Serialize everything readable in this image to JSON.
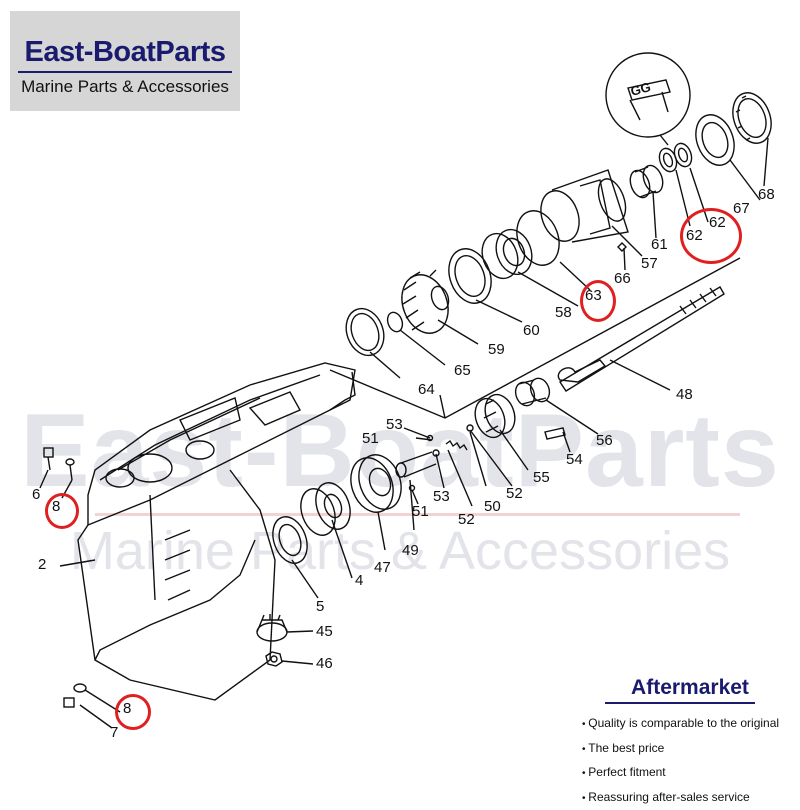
{
  "logo": {
    "brand": "East-BoatParts",
    "tagline": "Marine Parts & Accessories"
  },
  "watermark": {
    "line1": "East-BoatParts",
    "line2": "Marine Parts & Accessories"
  },
  "diagram": {
    "callouts": [
      "2",
      "4",
      "5",
      "6",
      "7",
      "8",
      "8",
      "45",
      "46",
      "47",
      "48",
      "49",
      "50",
      "51",
      "51",
      "52",
      "52",
      "53",
      "53",
      "54",
      "55",
      "56",
      "57",
      "58",
      "59",
      "60",
      "61",
      "62",
      "62",
      "63",
      "64",
      "65",
      "66",
      "67",
      "68"
    ],
    "highlighted": [
      "8",
      "8",
      "62",
      "63"
    ],
    "highlight_color": "#e02020"
  },
  "panel": {
    "title": "Aftermarket",
    "features": [
      "Quality is comparable to the original",
      "The best price",
      "Perfect fitment",
      "Reassuring after-sales service"
    ]
  },
  "colors": {
    "brand": "#1a1a6e",
    "logo_bg": "#d6d6d6",
    "line": "#111111"
  }
}
